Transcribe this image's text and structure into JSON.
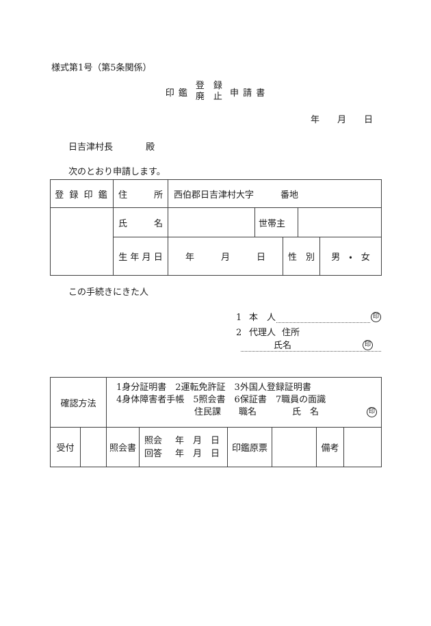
{
  "colors": {
    "paper": "#ffffff",
    "ink": "#1a1a1a",
    "table_border": "#3d3d3d"
  },
  "page": {
    "form_number": "様式第1号（第5条関係）",
    "title": {
      "left": "印 鑑",
      "stack_top": "登　録",
      "stack_bottom": "廃　止",
      "right": "申 請 書"
    },
    "date_line": "年　　月　　日",
    "addressee_name": "日吉津村長",
    "addressee_honorific": "殿",
    "intro": "次のとおり申請します。"
  },
  "applicant_table": {
    "registered_seal_label": "登 録 印 鑑",
    "address_label": "住　　　所",
    "address_value": "西伯郡日吉津村大字　　　番地",
    "name_label": "氏　　　名",
    "householder_label": "世帯主",
    "birthdate_label": "生 年 月 日",
    "birthdate_value": "年　　　月　　　日",
    "gender_label": "性　別",
    "gender_value": "男　・　女"
  },
  "visitor": {
    "heading": "この手続きにきた人",
    "item1_no": "1",
    "item1_label": "本　人",
    "item2_no": "2",
    "item2_label": "代理人",
    "item2_address_label": "住所",
    "item2_name_label": "氏名",
    "seal_mark": "印"
  },
  "confirm_table": {
    "method_label": "確認方法",
    "docs_line1": "1身分証明書　2運転免許証　3外国人登録証明書",
    "docs_line2": "4身体障害者手帳　5照会書　6保証書　7職員の面識",
    "staff_line": "住民課　　職名　　　　氏　名",
    "seal_mark": "印",
    "reception_label": "受付",
    "inquiry_doc_label": "照会書",
    "inquiry_label": "照会",
    "reply_label": "回答",
    "ymd": "年　月　日",
    "seal_record_label": "印鑑原票",
    "remarks_label": "備考"
  }
}
